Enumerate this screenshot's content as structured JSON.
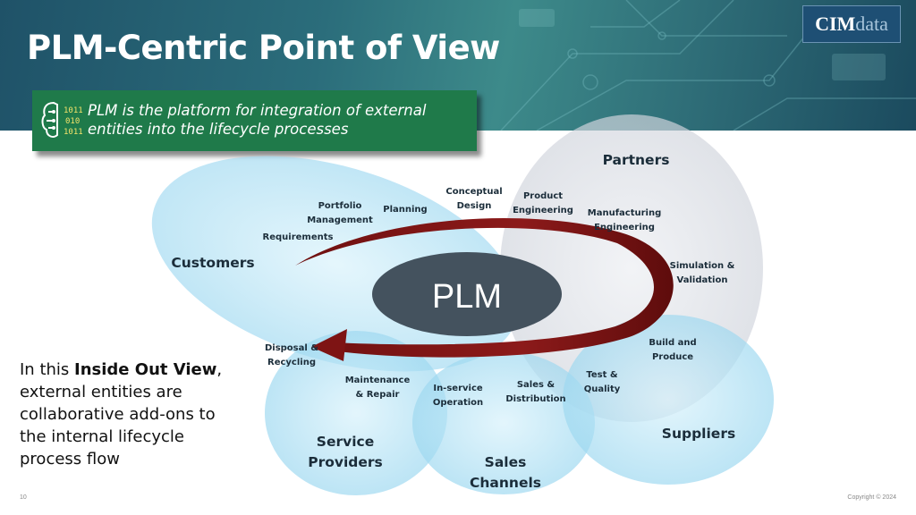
{
  "slide": {
    "title": "PLM-Centric Point of View",
    "logo_main": "CIM",
    "logo_accent": "data",
    "callout_text": "PLM is the platform for integration of external entities into the lifecycle processes",
    "callout_icon": "brain-binary-icon",
    "callout_binary": [
      "1011",
      "010",
      "1011"
    ],
    "side_text_pre": "In this ",
    "side_text_bold": "Inside Out View",
    "side_text_post": ", external entities are collaborative add-ons to the internal lifecycle process flow",
    "page_number": "10",
    "copyright": "Copyright © 2024"
  },
  "diagram": {
    "center_label": "PLM",
    "entities": {
      "customers": "Customers",
      "partners": "Partners",
      "service_1": "Service",
      "service_2": "Providers",
      "sales_1": "Sales",
      "sales_2": "Channels",
      "suppliers": "Suppliers"
    },
    "stages": [
      [
        "Requirements"
      ],
      [
        "Portfolio",
        "Management"
      ],
      [
        "Planning"
      ],
      [
        "Conceptual",
        "Design"
      ],
      [
        "Product",
        "Engineering"
      ],
      [
        "Manufacturing",
        "Engineering"
      ],
      [
        "Simulation &",
        "Validation"
      ],
      [
        "Build and",
        "Produce"
      ],
      [
        "Test &",
        "Quality"
      ],
      [
        "Sales &",
        "Distribution"
      ],
      [
        "In-service",
        "Operation"
      ],
      [
        "Maintenance",
        "& Repair"
      ],
      [
        "Disposal &",
        "Recycling"
      ]
    ]
  },
  "colors": {
    "arrow": "#7e1414",
    "plm_ellipse": "#44525e",
    "callout_bg": "#1f7a4a",
    "entity_blue": "#a9dcf2",
    "partners_grey": "#d6d9e0"
  }
}
